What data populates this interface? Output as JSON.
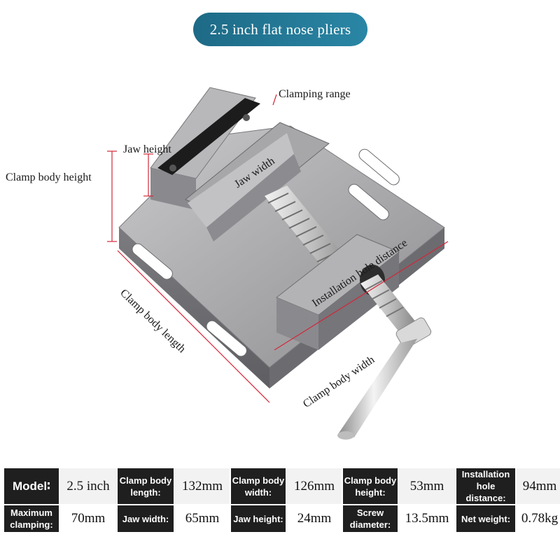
{
  "title": "2.5 inch flat nose pliers",
  "callouts": {
    "clamping_range": "Clamping range",
    "jaw_height": "Jaw height",
    "clamp_body_height": "Clamp body height",
    "jaw_width": "Jaw width",
    "installation_hole_distance": "Installation hole distance",
    "clamp_body_length": "Clamp body length",
    "clamp_body_width": "Clamp body width"
  },
  "specs": {
    "row1": [
      {
        "label": "Model∶",
        "value": "2.5 inch"
      },
      {
        "label": "Clamp body length:",
        "value": "132mm"
      },
      {
        "label": "Clamp body width:",
        "value": "126mm"
      },
      {
        "label": "Clamp body height:",
        "value": "53mm"
      },
      {
        "label": "Installation hole distance:",
        "value": "94mm"
      }
    ],
    "row2": [
      {
        "label": "Maximum clamping:",
        "value": "70mm"
      },
      {
        "label": "Jaw width:",
        "value": "65mm"
      },
      {
        "label": "Jaw height:",
        "value": "24mm"
      },
      {
        "label": "Screw diameter:",
        "value": "13.5mm"
      },
      {
        "label": "Net weight:",
        "value": "0.78kg"
      }
    ]
  },
  "colors": {
    "title_bg": "#1d6a86",
    "dimension_line": "#d2283a",
    "metal": "#9a9a9c",
    "label_bg": "#1f1f1f"
  }
}
